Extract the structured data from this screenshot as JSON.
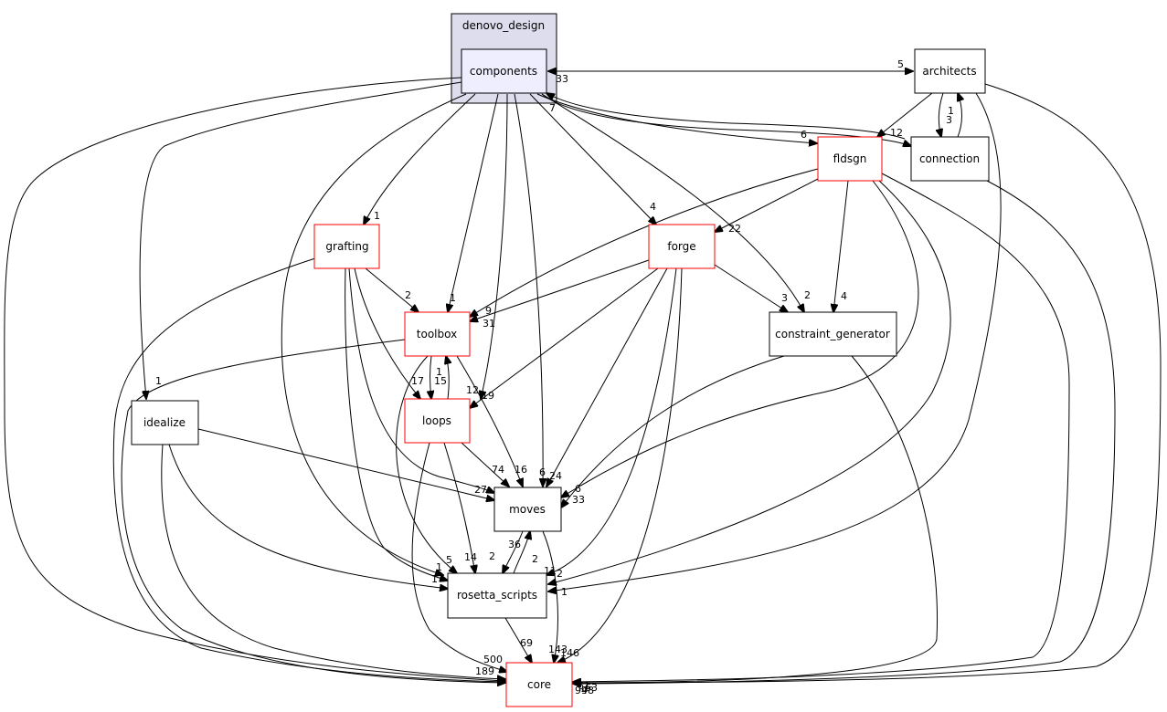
{
  "cluster": {
    "label": "denovo_design"
  },
  "nodes": {
    "components": {
      "label": "components",
      "border": "#000000",
      "fill": "#eeeeff"
    },
    "architects": {
      "label": "architects",
      "border": "#000000",
      "fill": "#ffffff"
    },
    "connection": {
      "label": "connection",
      "border": "#000000",
      "fill": "#ffffff"
    },
    "fldsgn": {
      "label": "fldsgn",
      "border": "#ff0000",
      "fill": "#ffffff"
    },
    "grafting": {
      "label": "grafting",
      "border": "#ff0000",
      "fill": "#ffffff"
    },
    "forge": {
      "label": "forge",
      "border": "#ff0000",
      "fill": "#ffffff"
    },
    "toolbox": {
      "label": "toolbox",
      "border": "#ff0000",
      "fill": "#ffffff"
    },
    "constraint_generator": {
      "label": "constraint_generator",
      "border": "#000000",
      "fill": "#ffffff"
    },
    "idealize": {
      "label": "idealize",
      "border": "#000000",
      "fill": "#ffffff"
    },
    "loops": {
      "label": "loops",
      "border": "#ff0000",
      "fill": "#ffffff"
    },
    "moves": {
      "label": "moves",
      "border": "#000000",
      "fill": "#ffffff"
    },
    "rosetta_scripts": {
      "label": "rosetta_scripts",
      "border": "#000000",
      "fill": "#ffffff"
    },
    "core": {
      "label": "core",
      "border": "#ff0000",
      "fill": "#ffffff"
    }
  },
  "edge_labels": {
    "arch_comp": "5",
    "comp_arch": "33",
    "comp_7": "7",
    "conn_12": "12",
    "arch_conn_1": "1",
    "arch_conn_3": "3",
    "comp_fldsgn": "6",
    "comp_grafting": "1",
    "comp_forge": "4",
    "fldsgn_forge": "22",
    "cg_2": "2",
    "forge_cg": "3",
    "fldsgn_cg": "4",
    "graft_toolbox": "2",
    "comp_toolbox": "1",
    "toolbox_9": "9",
    "toolbox_31": "31",
    "comp_idealize": "1",
    "graft_loops": "17",
    "toolbox_loops": "15",
    "loops_toolbox": "1",
    "loops_12": "12",
    "tb_moves_19": "19",
    "moves_74": "74",
    "moves_16": "16",
    "moves_6a": "6",
    "moves_24": "24",
    "moves_6b": "6",
    "moves_33": "33",
    "moves_27": "27",
    "moves_36": "36",
    "rs_2a": "2",
    "rs_5": "5",
    "rs_14": "14",
    "rs_2b": "2",
    "rs_1a": "1",
    "rs_1b": "1",
    "rs_11": "11",
    "rs_2c": "2",
    "rs_1c": "1",
    "core_69": "69",
    "core_500": "500",
    "core_146": "146",
    "core_143": "143",
    "core_189": "189",
    "core_63": "63",
    "core_61": "61",
    "core_98": "98",
    "core_94": "94"
  }
}
